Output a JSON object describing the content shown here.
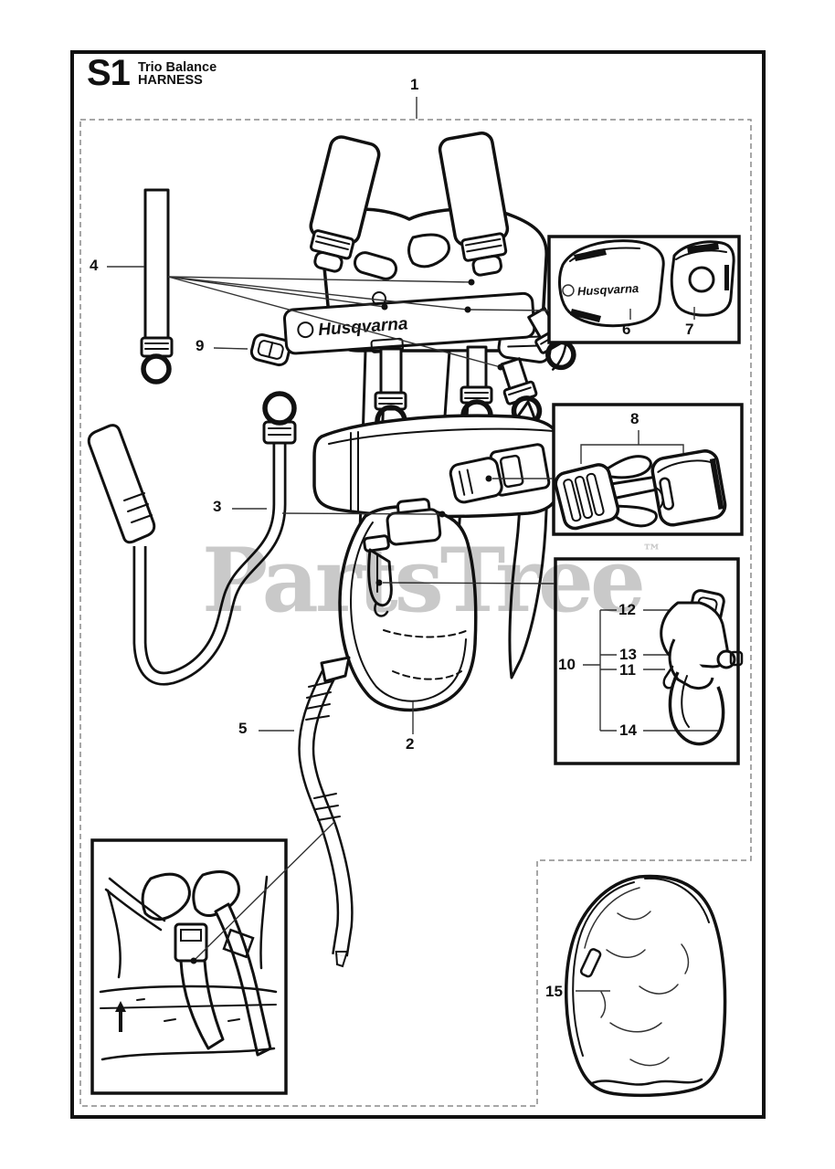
{
  "header": {
    "code": "S1",
    "model": "Trio Balance",
    "section": "HARNESS"
  },
  "watermark": {
    "text": "PartsTree",
    "tm": "™",
    "color": "#c9c9c9"
  },
  "brand": {
    "name": "Husqvarna"
  },
  "colors": {
    "line": "#111111",
    "dashed_boundary": "#8a8a8a",
    "watermark_gray": "#c9c9c9"
  },
  "callouts": [
    {
      "label": "1"
    },
    {
      "label": "2"
    },
    {
      "label": "3"
    },
    {
      "label": "4"
    },
    {
      "label": "5"
    },
    {
      "label": "6"
    },
    {
      "label": "7"
    },
    {
      "label": "8"
    },
    {
      "label": "9"
    },
    {
      "label": "10"
    },
    {
      "label": "11"
    },
    {
      "label": "12"
    },
    {
      "label": "13"
    },
    {
      "label": "14"
    },
    {
      "label": "15"
    }
  ]
}
